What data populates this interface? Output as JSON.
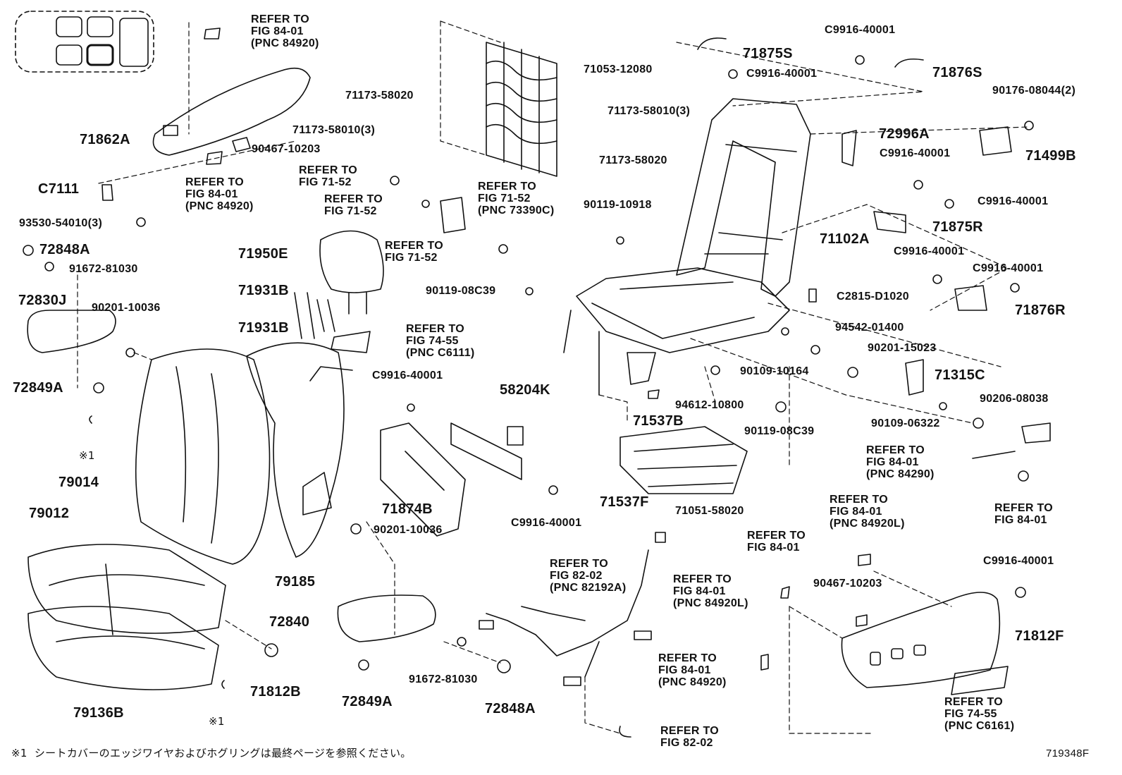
{
  "diagram": {
    "figure_number": "719348F",
    "footnote": "※1  シートカバーのエッジワイヤおよびホグリングは最終ページを参照ください。",
    "footnote_marks": [
      "※1",
      "※1"
    ],
    "labels": {
      "ref_84_01_84920_a": "REFER TO\nFIG 84-01\n(PNC 84920)",
      "p71862A": "71862A",
      "ref_84_01_84920_b": "REFER TO\nFIG 84-01\n(PNC 84920)",
      "p90467_10203_a": "90467-10203",
      "pC7111": "C7111",
      "p93530_54010": "93530-54010(3)",
      "p72848A_a": "72848A",
      "p91672_81030_a": "91672-81030",
      "p72830J": "72830J",
      "p90201_10036_a": "90201-10036",
      "p72849A_a": "72849A",
      "p79014": "79014",
      "p79012": "79012",
      "p79136B": "79136B",
      "p71812B": "71812B",
      "p72849A_b": "72849A",
      "p91672_81030_b": "91672-81030",
      "p72848A_b": "72848A",
      "p72840": "72840",
      "p79185": "79185",
      "p90201_10036_b": "90201-10036",
      "p71874B": "71874B",
      "pC9916_a": "C9916-40001",
      "p58204K": "58204K",
      "pC9916_b": "C9916-40001",
      "ref_74_55_C6111": "REFER TO\nFIG 74-55\n(PNC C6111)",
      "p71950E": "71950E",
      "p71931B_a": "71931B",
      "p71931B_b": "71931B",
      "ref_71_52_a": "REFER TO\nFIG 71-52",
      "ref_71_52_b": "REFER TO\nFIG 71-52",
      "ref_71_52_73390C": "REFER TO\nFIG 71-52\n(PNC 73390C)",
      "ref_71_52_c": "REFER TO\nFIG 71-52",
      "p90119_08C39_a": "90119-08C39",
      "p71173_58020_a": "71173-58020",
      "p71173_58010_a": "71173-58010(3)",
      "p71053_12080": "71053-12080",
      "p71173_58010_b": "71173-58010(3)",
      "p71173_58020_b": "71173-58020",
      "p90119_10918": "90119-10918",
      "p71875S": "71875S",
      "pC9916_c": "C9916-40001",
      "pC9916_d": "C9916-40001",
      "p71876S": "71876S",
      "p90176_08044": "90176-08044(2)",
      "p72996A": "72996A",
      "p71499B": "71499B",
      "pC9916_e": "C9916-40001",
      "pC9916_f": "C9916-40001",
      "p71875R": "71875R",
      "p71102A": "71102A",
      "pC9916_g": "C9916-40001",
      "pC9916_h": "C9916-40001",
      "p71876R": "71876R",
      "pC2815": "C2815-D1020",
      "p94542_01400": "94542-01400",
      "p90201_15023": "90201-15023",
      "p90109_10164": "90109-10164",
      "p71315C": "71315C",
      "p94612_10800": "94612-10800",
      "p90206_08038": "90206-08038",
      "p90119_08C39_b": "90119-08C39",
      "p90109_06322": "90109-06322",
      "p71537B": "71537B",
      "p71537F": "71537F",
      "p71051_58020": "71051-58020",
      "ref_84_01_84290": "REFER TO\nFIG 84-01\n(PNC 84290)",
      "ref_84_01_a": "REFER TO\nFIG 84-01",
      "ref_84_01_84920L_a": "REFER TO\nFIG 84-01\n(PNC 84920L)",
      "ref_84_01_b": "REFER TO\nFIG 84-01",
      "p90467_10203_b": "90467-10203",
      "ref_84_01_84920L_b": "REFER TO\nFIG 84-01\n(PNC 84920L)",
      "pC9916_i": "C9916-40001",
      "p71812F": "71812F",
      "ref_82_02_82192A": "REFER TO\nFIG 82-02\n(PNC 82192A)",
      "ref_84_01_84920_c": "REFER TO\nFIG 84-01\n(PNC 84920)",
      "ref_74_55_C6161": "REFER TO\nFIG 74-55\n(PNC C6161)",
      "ref_82_02": "REFER TO\nFIG 82-02"
    }
  }
}
